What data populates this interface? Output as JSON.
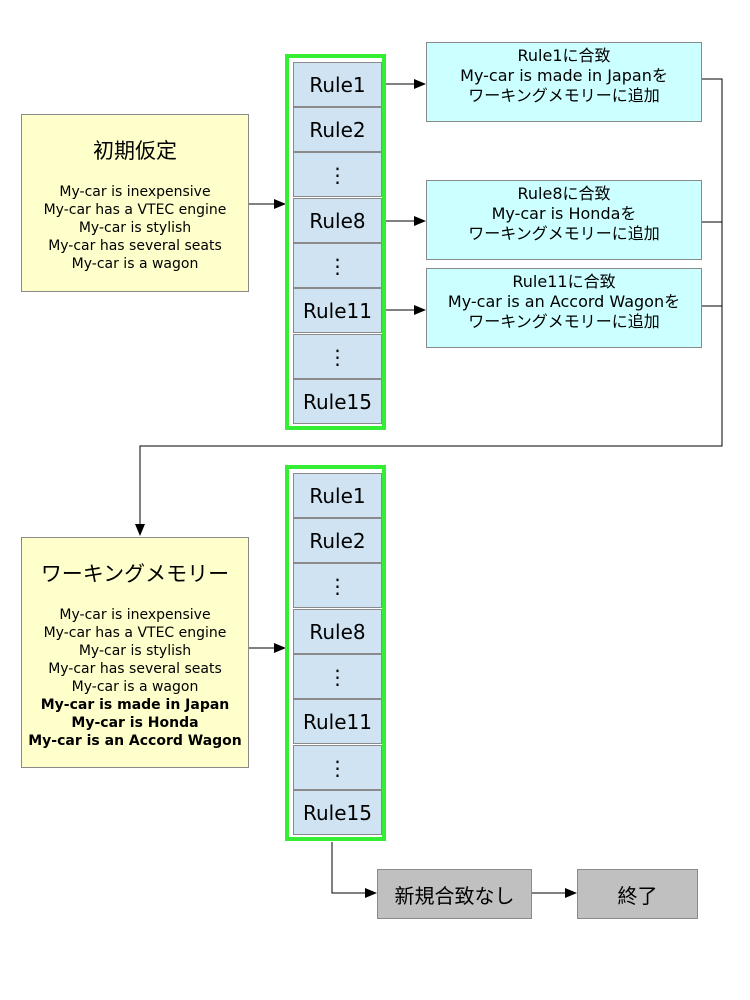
{
  "initial": {
    "title": "初期仮定",
    "facts": [
      "My-car is inexpensive",
      "My-car has a VTEC engine",
      "My-car is stylish",
      "My-car has several seats",
      "My-car is a wagon"
    ]
  },
  "working": {
    "title": "ワーキングメモリー",
    "facts": [
      "My-car is inexpensive",
      "My-car has a VTEC engine",
      "My-car is stylish",
      "My-car has several seats",
      "My-car is a wagon"
    ],
    "added_facts": [
      "My-car is made in Japan",
      "My-car is Honda",
      "My-car is an Accord Wagon"
    ]
  },
  "rules_top": [
    "Rule1",
    "Rule2",
    "⋮",
    "Rule8",
    "⋮",
    "Rule11",
    "⋮",
    "Rule15"
  ],
  "rules_bottom": [
    "Rule1",
    "Rule2",
    "⋮",
    "Rule8",
    "⋮",
    "Rule11",
    "⋮",
    "Rule15"
  ],
  "matches": [
    {
      "line1": "Rule1に合致",
      "line2": "My-car is made in Japanを",
      "line3": "ワーキングメモリーに追加"
    },
    {
      "line1": "Rule8に合致",
      "line2": "My-car is Hondaを",
      "line3": "ワーキングメモリーに追加"
    },
    {
      "line1": "Rule11に合致",
      "line2": "My-car is an Accord Wagonを",
      "line3": "ワーキングメモリーに追加"
    }
  ],
  "end": {
    "no_match": "新規合致なし",
    "finish": "終了"
  },
  "colors": {
    "fact_box": "#ffffcc",
    "match_box": "#ccffff",
    "rule_cell": "#cfe3f2",
    "rule_border": "#33ee33",
    "end_box": "#c0c0c0"
  }
}
